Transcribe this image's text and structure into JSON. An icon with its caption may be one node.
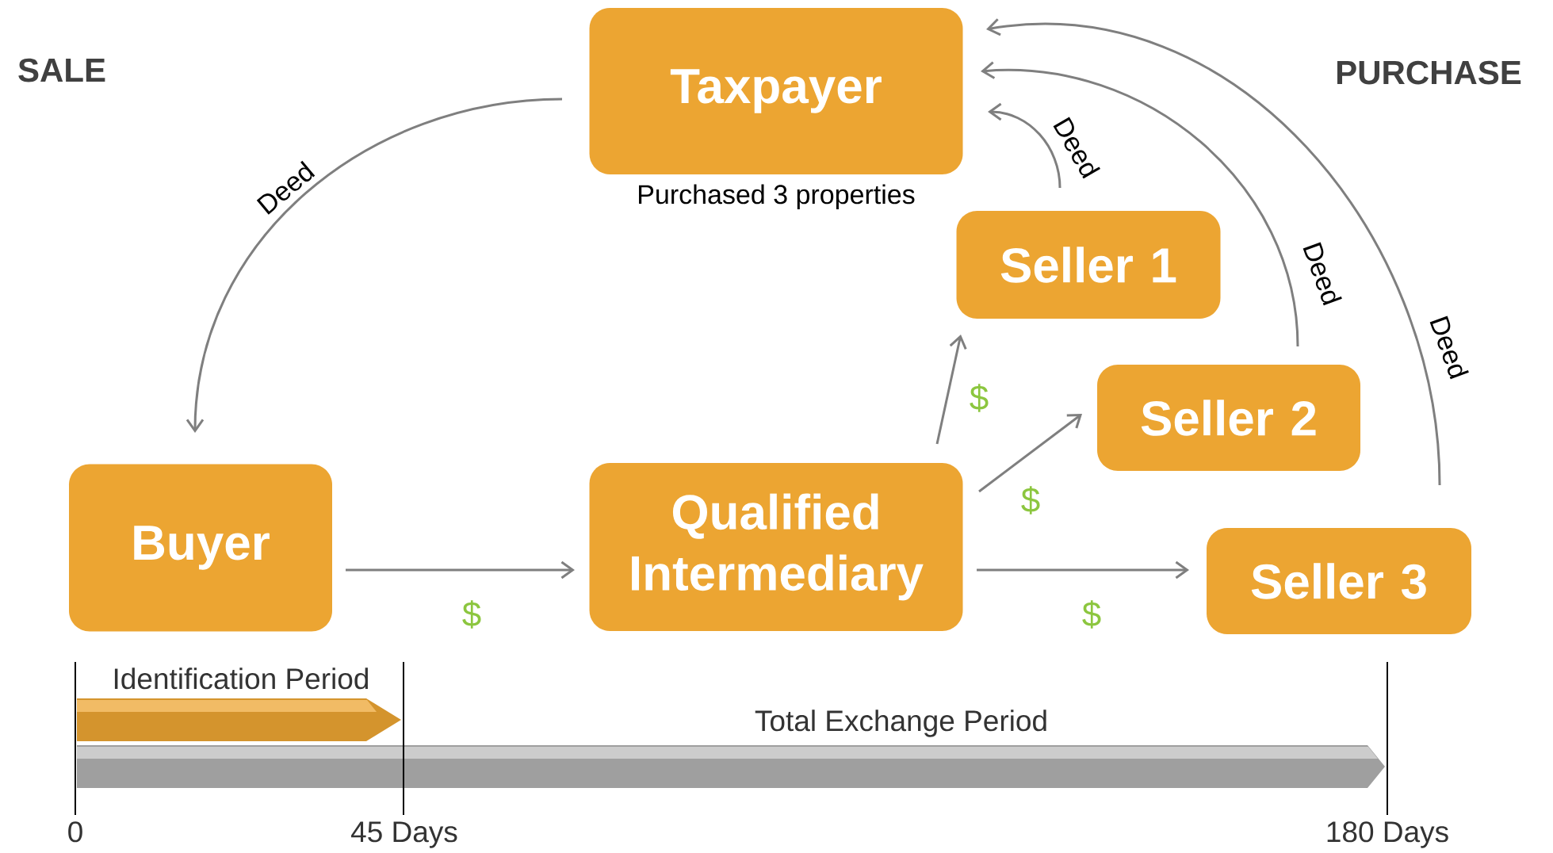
{
  "diagram": {
    "nodes": [
      {
        "text": [
          "Taxpayer"
        ],
        "beside": [
          "Purchased 3 properties"
        ]
      },
      {
        "text": [
          "Seller 1"
        ]
      },
      {
        "text": [
          "Seller 2"
        ]
      },
      {
        "text": [
          "Buyer"
        ]
      },
      {
        "text": [
          "Qualified Intermediary"
        ]
      },
      {
        "text": [
          "Seller 3"
        ]
      }
    ],
    "edges": [
      {
        "from": 0,
        "to": 3,
        "arrow": "to",
        "label": "Deed"
      },
      {
        "from": 3,
        "to": 4,
        "arrow": "to",
        "label": "$"
      },
      {
        "from": 4,
        "to": 1,
        "arrow": "to",
        "label": "$"
      },
      {
        "from": 4,
        "to": 2,
        "arrow": "to",
        "label": "$"
      },
      {
        "from": 4,
        "to": 5,
        "arrow": "to",
        "label": "$"
      },
      {
        "from": 1,
        "to": 0,
        "arrow": "to",
        "label": "Deed"
      },
      {
        "from": 2,
        "to": 0,
        "arrow": "to",
        "label": "Deed"
      },
      {
        "from": 5,
        "to": 0,
        "arrow": "to",
        "label": "Deed"
      }
    ],
    "labels": [
      "SALE",
      "PURCHASE",
      "Identification Period",
      "Total Exchange Period",
      "0",
      "45 Days",
      "180 Days"
    ]
  }
}
